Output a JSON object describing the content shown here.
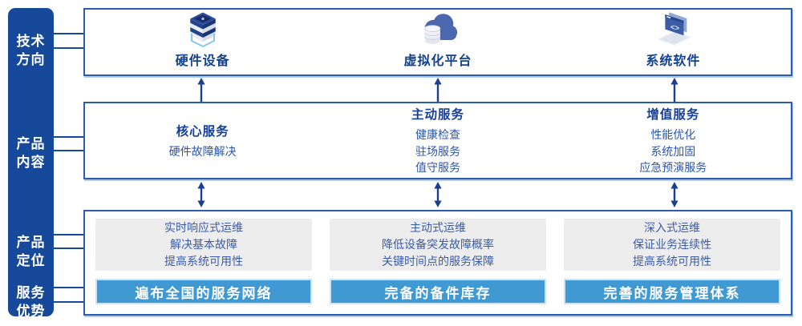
{
  "sidebar": {
    "items": [
      {
        "id": "tech-direction",
        "label": "技术\n方向"
      },
      {
        "id": "product-content",
        "label": "产品\n内容"
      },
      {
        "id": "product-positioning",
        "label": "产品\n定位"
      },
      {
        "id": "service-advantage",
        "label": "服务\n优势"
      }
    ]
  },
  "tech_row": {
    "items": [
      {
        "icon": "server-stack-icon",
        "label": "硬件设备"
      },
      {
        "icon": "cloud-database-icon",
        "label": "虚拟化平台"
      },
      {
        "icon": "code-window-icon",
        "label": "系统软件"
      }
    ]
  },
  "content_row": {
    "columns": [
      {
        "title": "核心服务",
        "items": [
          "硬件故障解决"
        ]
      },
      {
        "title": "主动服务",
        "items": [
          "健康检查",
          "驻场服务",
          "值守服务"
        ]
      },
      {
        "title": "增值服务",
        "items": [
          "性能优化",
          "系统加固",
          "应急预演服务"
        ]
      }
    ]
  },
  "positioning_row": {
    "columns": [
      {
        "points": [
          "实时响应式运维",
          "解决基本故障",
          "提高系统可用性"
        ],
        "advantage": "遍布全国的服务网络"
      },
      {
        "points": [
          "主动式运维",
          "降低设备突发故障概率",
          "关键时间点的服务保障"
        ],
        "advantage": "完备的备件库存"
      },
      {
        "points": [
          "深入式运维",
          "保证业务连续性",
          "提高系统可用性"
        ],
        "advantage": "完善的服务管理体系"
      }
    ]
  },
  "icons": {
    "code_glyph": "<>"
  },
  "colors": {
    "sidebar_bg": "#17499B",
    "box_border": "#2B5CAD",
    "title_text": "#153F96",
    "body_text": "#2B56A8",
    "arrow": "#1B3F8F",
    "panel_bg": "#EDEDED",
    "badge_bg": "#4199D4",
    "badge_border": "#C8E4F6"
  }
}
